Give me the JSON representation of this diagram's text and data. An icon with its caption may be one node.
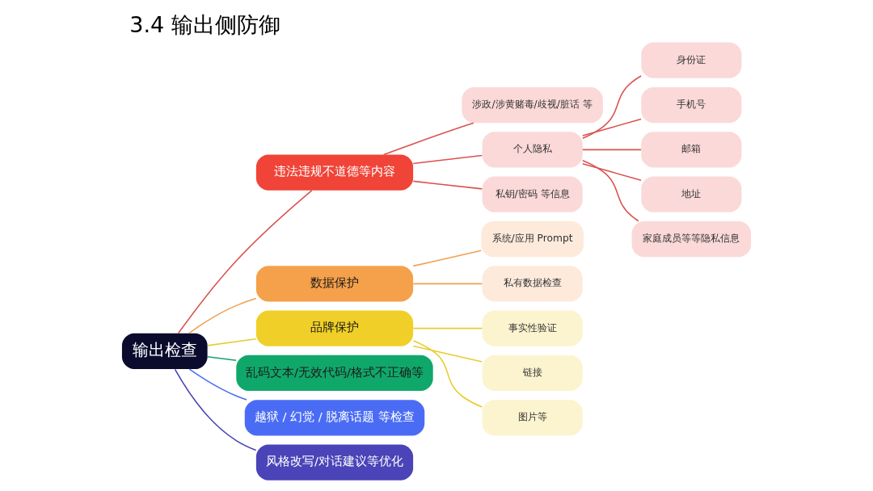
{
  "diagram": {
    "title": "3.4 输出侧防御",
    "nodes": [
      {
        "text": [
          "输出检查"
        ]
      },
      {
        "text": [
          "违法违规不道德等内容"
        ]
      },
      {
        "text": [
          "涉政/涉黄赌毒/歧视/脏话 等"
        ]
      },
      {
        "text": [
          "个人隐私"
        ]
      },
      {
        "text": [
          "身份证"
        ]
      },
      {
        "text": [
          "手机号"
        ]
      },
      {
        "text": [
          "邮箱"
        ]
      },
      {
        "text": [
          "地址"
        ]
      },
      {
        "text": [
          "家庭成员等等隐私信息"
        ]
      },
      {
        "text": [
          "私钥/密码 等信息"
        ]
      },
      {
        "text": [
          "数据保护"
        ]
      },
      {
        "text": [
          "系统/应用 Prompt"
        ]
      },
      {
        "text": [
          "私有数据检查"
        ]
      },
      {
        "text": [
          "品牌保护"
        ]
      },
      {
        "text": [
          "事实性验证"
        ]
      },
      {
        "text": [
          "链接"
        ]
      },
      {
        "text": [
          "图片等"
        ]
      },
      {
        "text": [
          "乱码文本/无效代码/格式不正确等"
        ]
      },
      {
        "text": [
          "越狱 / 幻觉 / 脱离话题 等检查"
        ]
      },
      {
        "text": [
          "风格改写/对话建议等优化"
        ]
      }
    ],
    "edges": [
      {
        "from": 0,
        "to": 1,
        "arrow": "none",
        "color": "#d9534f"
      },
      {
        "from": 1,
        "to": 2,
        "arrow": "none",
        "color": "#d9534f"
      },
      {
        "from": 1,
        "to": 3,
        "arrow": "none",
        "color": "#d9534f"
      },
      {
        "from": 3,
        "to": 4,
        "arrow": "none",
        "color": "#d9534f"
      },
      {
        "from": 3,
        "to": 5,
        "arrow": "none",
        "color": "#d9534f"
      },
      {
        "from": 3,
        "to": 6,
        "arrow": "none",
        "color": "#d9534f"
      },
      {
        "from": 3,
        "to": 7,
        "arrow": "none",
        "color": "#d9534f"
      },
      {
        "from": 3,
        "to": 8,
        "arrow": "none",
        "color": "#d9534f"
      },
      {
        "from": 1,
        "to": 9,
        "arrow": "none",
        "color": "#d9534f"
      },
      {
        "from": 0,
        "to": 10,
        "arrow": "none",
        "color": "#f0a050"
      },
      {
        "from": 10,
        "to": 11,
        "arrow": "none",
        "color": "#f0a050"
      },
      {
        "from": 10,
        "to": 12,
        "arrow": "none",
        "color": "#f0a050"
      },
      {
        "from": 0,
        "to": 13,
        "arrow": "none",
        "color": "#e8cc30"
      },
      {
        "from": 13,
        "to": 14,
        "arrow": "none",
        "color": "#e8cc30"
      },
      {
        "from": 13,
        "to": 15,
        "arrow": "none",
        "color": "#e8cc30"
      },
      {
        "from": 13,
        "to": 16,
        "arrow": "none",
        "color": "#e8cc30"
      },
      {
        "from": 0,
        "to": 17,
        "arrow": "none",
        "color": "#18a070"
      },
      {
        "from": 0,
        "to": 18,
        "arrow": "none",
        "color": "#4a6cf0"
      },
      {
        "from": 0,
        "to": 19,
        "arrow": "none",
        "color": "#4a44b0"
      }
    ]
  }
}
